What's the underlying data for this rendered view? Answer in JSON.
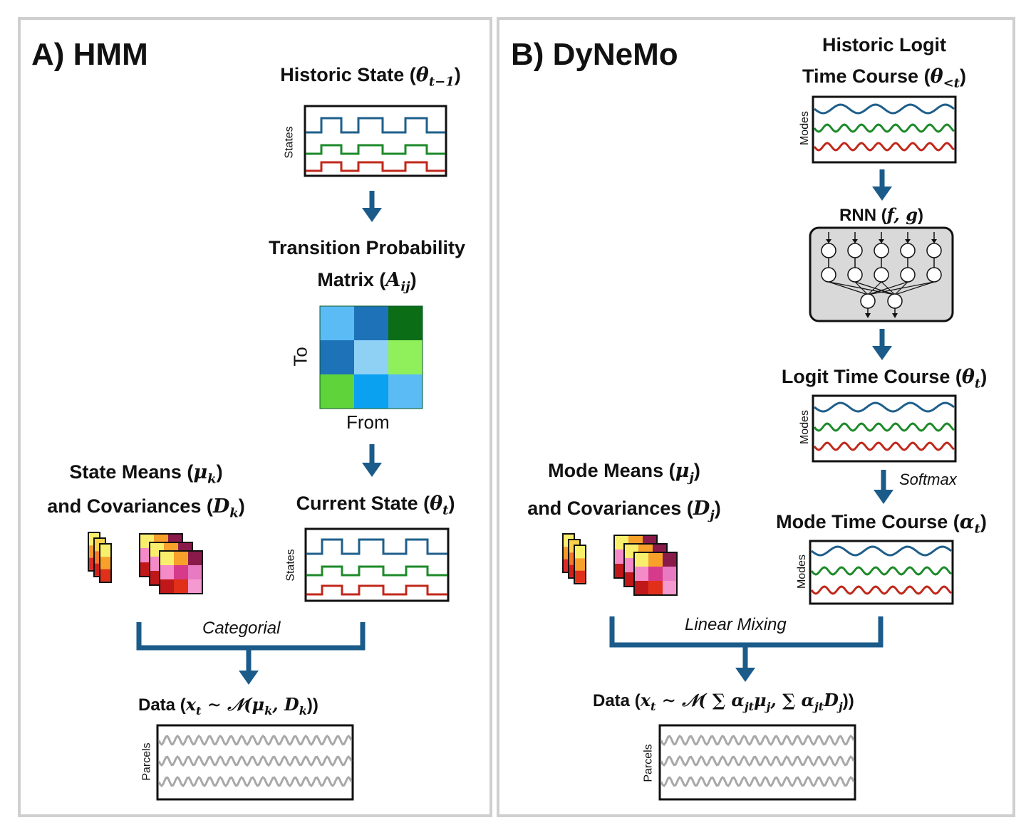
{
  "panels": {
    "hmm": {
      "title": "A) HMM",
      "historic_state": {
        "text": "Historic State (",
        "sym": "θ",
        "sub": "t−1",
        "close": ")"
      },
      "states_axis": "States",
      "transition_line1": "Transition Probability",
      "transition_line2": {
        "text": "Matrix (",
        "sym": "A",
        "sub": "ij",
        "close": ")"
      },
      "to_axis": "To",
      "from_axis": "From",
      "means_line1": {
        "text": "State Means (",
        "sym": "μ",
        "sub": "k",
        "close": ")"
      },
      "means_line2": {
        "text": "and Covariances (",
        "sym": "D",
        "sub": "k",
        "close": ")"
      },
      "current_state": {
        "text": "Current State (",
        "sym": "θ",
        "sub": "t",
        "close": ")"
      },
      "categorial": "Categorial",
      "data": {
        "text": "Data (",
        "formula": "x",
        "sub": "t",
        "rest": " ∼ 𝒩(μ",
        "sub2": "k",
        "rest2": ", D",
        "sub3": "k",
        "close": "))"
      },
      "parcels_axis": "Parcels"
    },
    "dynemo": {
      "title": "B) DyNeMo",
      "historic_line1": "Historic Logit",
      "historic_line2": {
        "text": "Time Course (",
        "sym": "θ",
        "sub": "<t",
        "close": ")"
      },
      "modes_axis": "Modes",
      "rnn": {
        "text": "RNN (",
        "sym": "f, g",
        "close": ")"
      },
      "logit": {
        "text": "Logit Time Course (",
        "sym": "θ",
        "sub": "t",
        "close": ")"
      },
      "softmax": "Softmax",
      "mode_tc": {
        "text": "Mode Time Course (",
        "sym": "α",
        "sub": "t",
        "close": ")"
      },
      "means_line1": {
        "text": "Mode Means (",
        "sym": "μ",
        "sub": "j",
        "close": ")"
      },
      "means_line2": {
        "text": "and Covariances (",
        "sym": "D",
        "sub": "j",
        "close": ")"
      },
      "linear_mixing": "Linear Mixing",
      "data": {
        "text": "Data (",
        "formula": "x",
        "sub": "t",
        "rest": " ∼ 𝒩( ∑ α",
        "sub2": "jt",
        "rest2": "μ",
        "sub3": "j",
        "rest3": ", ∑ α",
        "sub4": "jt",
        "rest4": "D",
        "sub5": "j",
        "close": "))"
      },
      "parcels_axis": "Parcels"
    }
  },
  "colors": {
    "arrow": "#1b5b8a",
    "series_blue": "#1f5f8b",
    "series_green": "#1d8a2a",
    "series_red": "#c0281b",
    "parcel_gray": "#a8a8a8",
    "panel_border": "#cfcfcf",
    "rnn_fill": "#d9d9d9"
  },
  "matrix_colors": [
    [
      "#5bbcf5",
      "#1d72b8",
      "#0b6e17"
    ],
    [
      "#1d72b8",
      "#8fd0f5",
      "#8ff05b"
    ],
    [
      "#5fd43a",
      "#0aa1f0",
      "#5bbcf5"
    ]
  ]
}
